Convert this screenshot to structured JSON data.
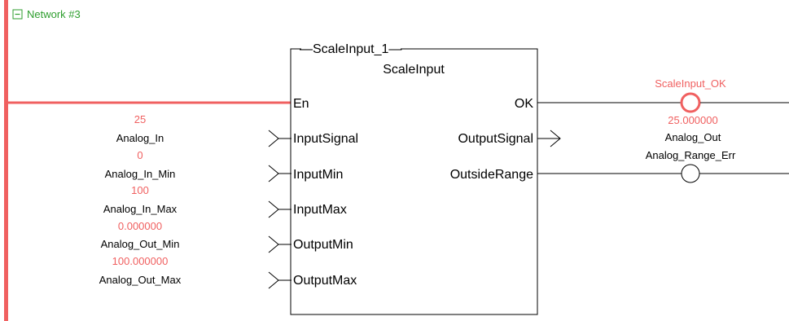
{
  "network": {
    "label": "Network #3",
    "collapse_glyph": "⊟",
    "collapse_icon": "minus-box-icon"
  },
  "block": {
    "instance": "ScaleInput_1",
    "type": "ScaleInput",
    "inputs": [
      "En",
      "InputSignal",
      "InputMin",
      "InputMax",
      "OutputMin",
      "OutputMax"
    ],
    "outputs": [
      "OK",
      "OutputSignal",
      "OutsideRange"
    ]
  },
  "input_vars": [
    {
      "value": "25",
      "name": "Analog_In"
    },
    {
      "value": "0",
      "name": "Analog_In_Min"
    },
    {
      "value": "100",
      "name": "Analog_In_Max"
    },
    {
      "value": "0.000000",
      "name": "Analog_Out_Min"
    },
    {
      "value": "100.000000",
      "name": "Analog_Out_Max"
    }
  ],
  "output_vars": {
    "ok_coil": "ScaleInput_OK",
    "signal_value": "25.000000",
    "signal_name": "Analog_Out",
    "range_coil": "Analog_Range_Err"
  },
  "colors": {
    "powered": "#f06060",
    "header_green": "#2e9e2e",
    "wire": "#000000",
    "value_red": "#f06060"
  }
}
